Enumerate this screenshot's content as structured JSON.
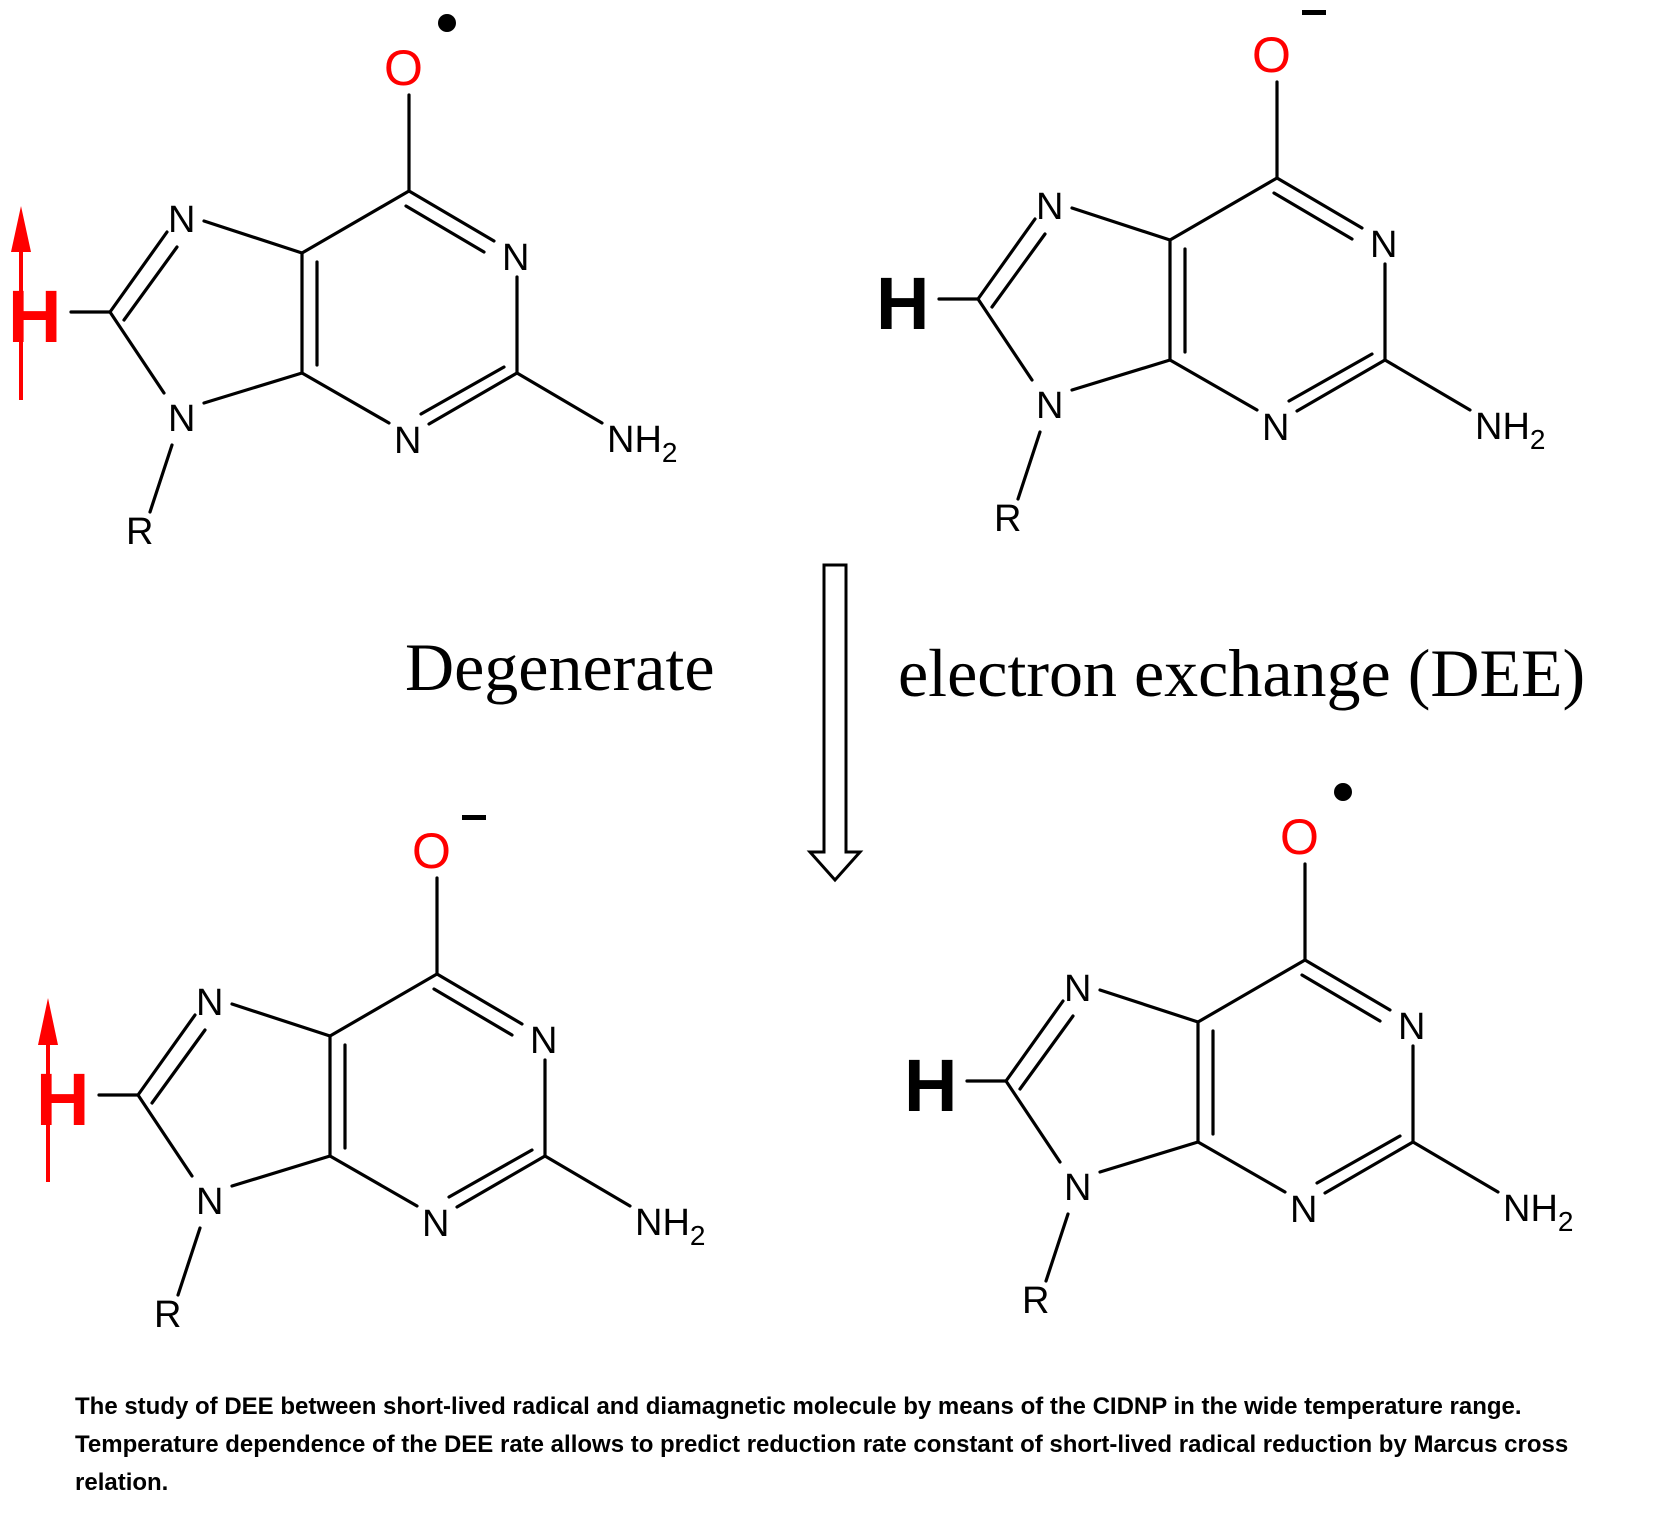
{
  "colors": {
    "oxygen": "#ff0000",
    "polarized_h": "#ff0000",
    "default": "#000000"
  },
  "molecules": [
    {
      "id": "tl",
      "oxygen": "O",
      "state": "radical",
      "h": "H",
      "h_polarized": true,
      "ring_n": [
        "N",
        "N",
        "N",
        "N"
      ],
      "amine": "NH",
      "amine_sub": "2",
      "substituent": "R"
    },
    {
      "id": "tr",
      "oxygen": "O",
      "state": "anion",
      "h": "H",
      "h_polarized": false,
      "ring_n": [
        "N",
        "N",
        "N",
        "N"
      ],
      "amine": "NH",
      "amine_sub": "2",
      "substituent": "R"
    },
    {
      "id": "bl",
      "oxygen": "O",
      "state": "anion",
      "h": "H",
      "h_polarized": true,
      "ring_n": [
        "N",
        "N",
        "N",
        "N"
      ],
      "amine": "NH",
      "amine_sub": "2",
      "substituent": "R"
    },
    {
      "id": "br",
      "oxygen": "O",
      "state": "radical",
      "h": "H",
      "h_polarized": false,
      "ring_n": [
        "N",
        "N",
        "N",
        "N"
      ],
      "amine": "NH",
      "amine_sub": "2",
      "substituent": "R"
    }
  ],
  "reaction": {
    "left_label": "Degenerate",
    "right_label": "electron exchange (DEE)"
  },
  "caption": "The study of DEE between short-lived radical and diamagnetic molecule by means of the CIDNP in the wide temperature range. Temperature dependence of the DEE rate allows to predict reduction rate constant of short-lived radical reduction by Marcus cross relation."
}
